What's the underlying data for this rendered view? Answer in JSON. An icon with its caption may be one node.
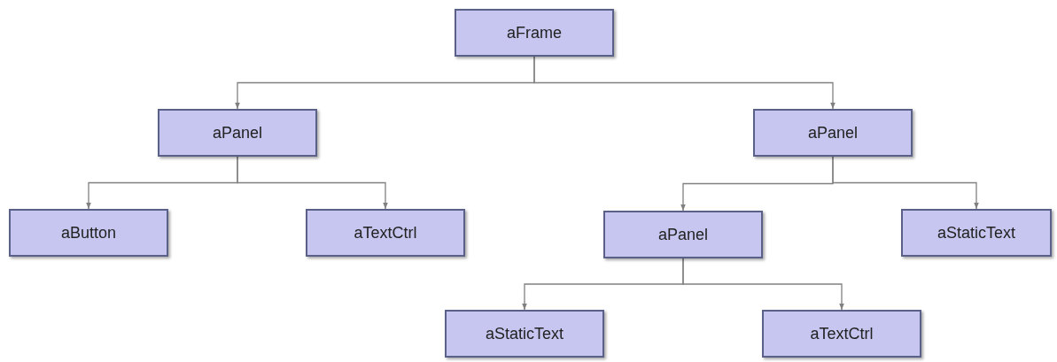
{
  "diagram": {
    "nodes": [
      {
        "text": [
          "aFrame"
        ]
      },
      {
        "text": [
          "aPanel"
        ]
      },
      {
        "text": [
          "aPanel"
        ]
      },
      {
        "text": [
          "aButton"
        ]
      },
      {
        "text": [
          "aTextCtrl"
        ]
      },
      {
        "text": [
          "aPanel"
        ]
      },
      {
        "text": [
          "aStaticText"
        ]
      },
      {
        "text": [
          "aStaticText"
        ]
      },
      {
        "text": [
          "aTextCtrl"
        ]
      }
    ],
    "edges": [
      {
        "from": 0,
        "to": 1,
        "arrow": "to"
      },
      {
        "from": 0,
        "to": 2,
        "arrow": "to"
      },
      {
        "from": 1,
        "to": 3,
        "arrow": "to"
      },
      {
        "from": 1,
        "to": 4,
        "arrow": "to"
      },
      {
        "from": 2,
        "to": 5,
        "arrow": "to"
      },
      {
        "from": 2,
        "to": 6,
        "arrow": "to"
      },
      {
        "from": 5,
        "to": 7,
        "arrow": "to"
      },
      {
        "from": 5,
        "to": 8,
        "arrow": "to"
      }
    ]
  }
}
